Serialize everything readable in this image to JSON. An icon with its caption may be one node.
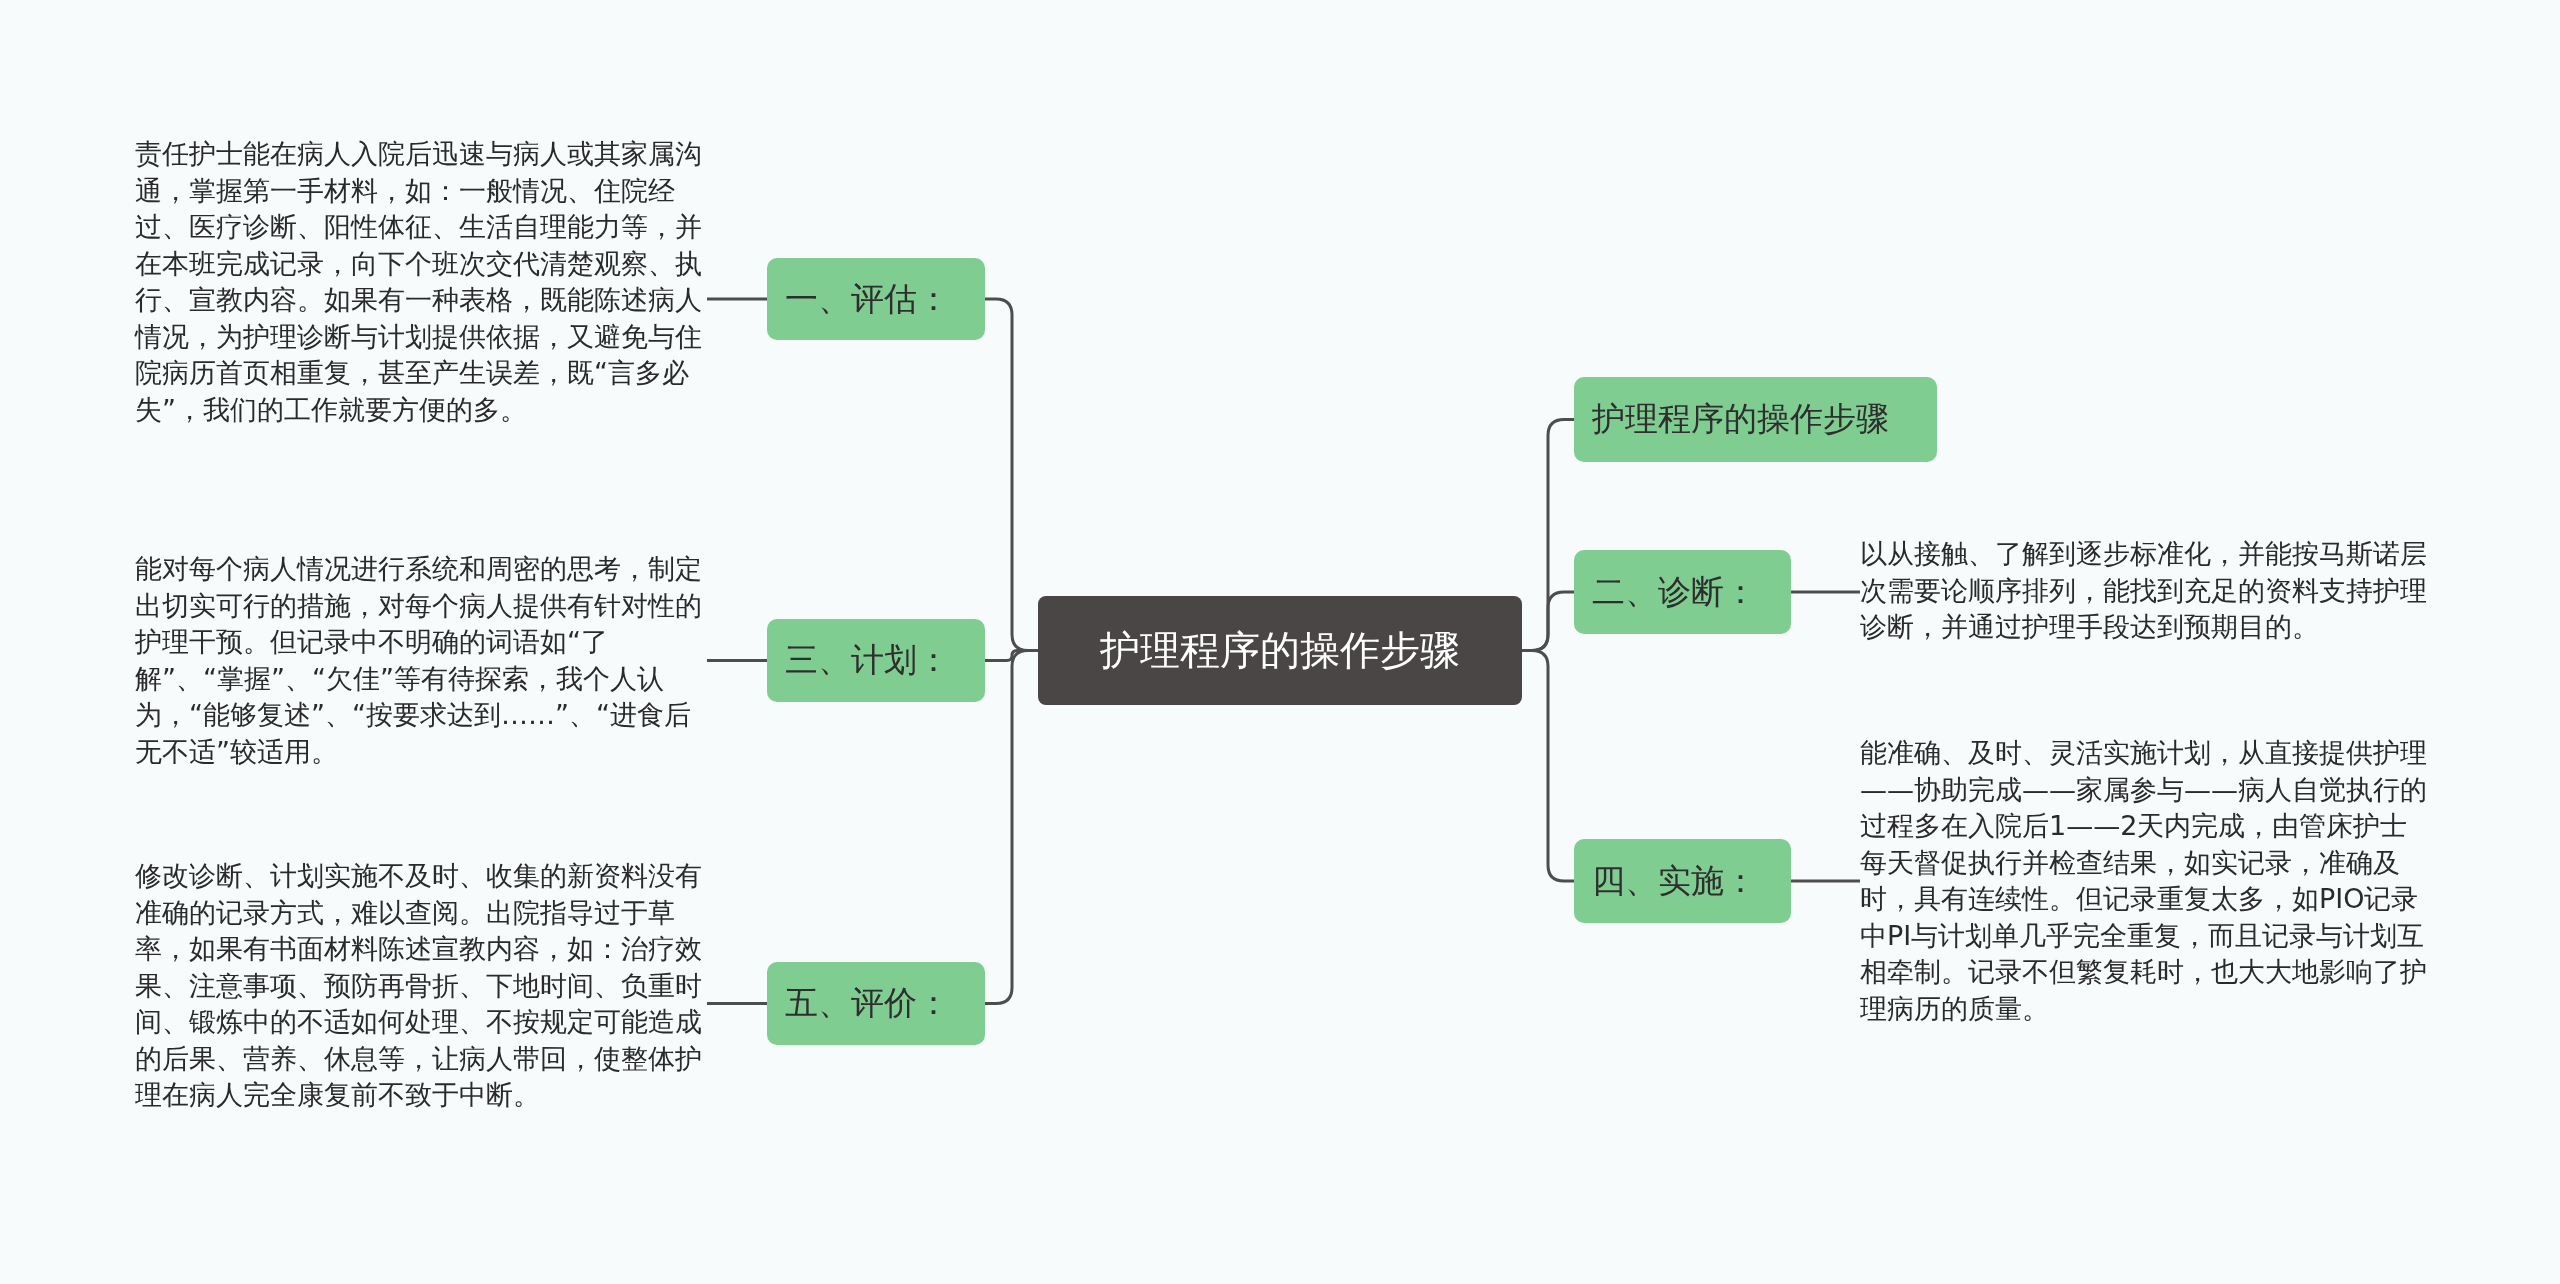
{
  "diagram": {
    "nodes": [
      {
        "text": [
          "护理程序的操作步骤"
        ]
      },
      {
        "text": [
          "一、评估："
        ]
      },
      {
        "text": [
          "责任护士能在病人入院后迅速与病人或其家属沟通，掌握第一手材料，如：一般情况、住院经过、医疗诊断、阳性体征、生活自理能力等，并在本班完成记录，向下个班次交代清楚观察、执行、宣教内容。如果有一种表格，既能陈述病人情况，为护理诊断与计划提供依据，又避免与住院病历首页相重复，甚至产生误差，既“言多必失”，我们的工作就要方便的多。"
        ]
      },
      {
        "text": [
          "三、计划："
        ]
      },
      {
        "text": [
          "能对每个病人情况进行系统和周密的思考，制定出切实可行的措施，对每个病人提供有针对性的护理干预。但记录中不明确的词语如“了解”、“掌握”、“欠佳”等有待探索，我个人认为，“能够复述”、“按要求达到……”、“进食后无不适”较适用。"
        ]
      },
      {
        "text": [
          "五、评价："
        ]
      },
      {
        "text": [
          "修改诊断、计划实施不及时、收集的新资料没有准确的记录方式，难以查阅。出院指导过于草率，如果有书面材料陈述宣教内容，如：治疗效果、注意事项、预防再骨折、下地时间、负重时间、锻炼中的不适如何处理、不按规定可能造成的后果、营养、休息等，让病人带回，使整体护理在病人完全康复前不致于中断。"
        ]
      },
      {
        "text": [
          "护理程序的操作步骤"
        ]
      },
      {
        "text": [
          "二、诊断："
        ]
      },
      {
        "text": [
          "以从接触、了解到逐步标准化，并能按马斯诺层次需要论顺序排列，能找到充足的资料支持护理诊断，并通过护理手段达到预期目的。"
        ]
      },
      {
        "text": [
          "四、实施："
        ]
      },
      {
        "text": [
          "能准确、及时、灵活实施计划，从直接提供护理——协助完成——家属参与——病人自觉执行的过程多在入院后1——2天内完成，由管床护士每天督促执行并检查结果，如实记录，准确及时，具有连续性。但记录重复太多，如PIO记录中PI与计划单几乎完全重复，而且记录与计划互相牵制。记录不但繁复耗时，也大大地影响了护理病历的质量。"
        ]
      }
    ],
    "edges": [
      {
        "from": 0,
        "to": 1,
        "arrow": "none"
      },
      {
        "from": 0,
        "to": 3,
        "arrow": "none"
      },
      {
        "from": 0,
        "to": 5,
        "arrow": "none"
      },
      {
        "from": 0,
        "to": 7,
        "arrow": "none"
      },
      {
        "from": 0,
        "to": 8,
        "arrow": "none"
      },
      {
        "from": 0,
        "to": 10,
        "arrow": "none"
      },
      {
        "from": 1,
        "to": 2,
        "arrow": "none"
      },
      {
        "from": 3,
        "to": 4,
        "arrow": "none"
      },
      {
        "from": 5,
        "to": 6,
        "arrow": "none"
      },
      {
        "from": 8,
        "to": 9,
        "arrow": "none"
      },
      {
        "from": 10,
        "to": 11,
        "arrow": "none"
      }
    ]
  }
}
